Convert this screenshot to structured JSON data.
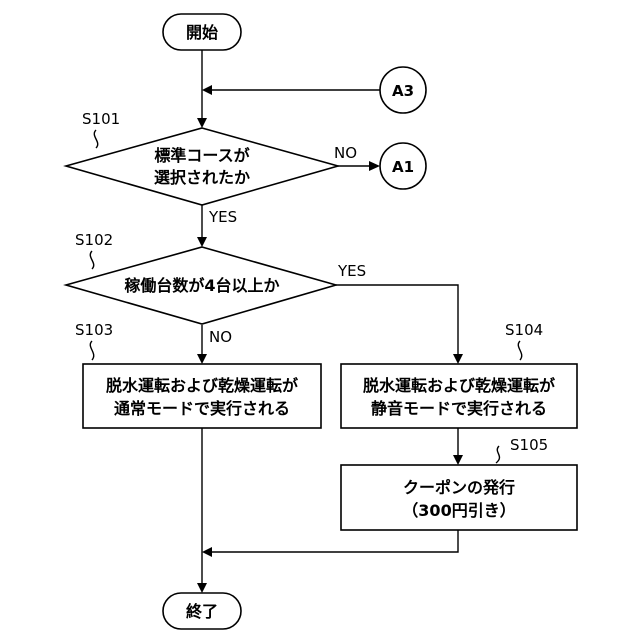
{
  "terminals": {
    "start": "開始",
    "end": "終了"
  },
  "connectors": {
    "in": "A3",
    "out": "A1"
  },
  "decisions": {
    "d1": {
      "line1": "標準コースが",
      "line2": "選択されたか"
    },
    "d2": {
      "text": "稼働台数が4台以上か"
    }
  },
  "processes": {
    "p103": {
      "line1": "脱水運転および乾燥運転が",
      "line2": "通常モードで実行される"
    },
    "p104": {
      "line1": "脱水運転および乾燥運転が",
      "line2": "静音モードで実行される"
    },
    "p105": {
      "line1": "クーポンの発行",
      "line2": "（300円引き）"
    }
  },
  "step_labels": {
    "s101": "S101",
    "s102": "S102",
    "s103": "S103",
    "s104": "S104",
    "s105": "S105"
  },
  "branch_labels": {
    "d1_yes": "YES",
    "d1_no": "NO",
    "d2_yes": "YES",
    "d2_no": "NO"
  }
}
